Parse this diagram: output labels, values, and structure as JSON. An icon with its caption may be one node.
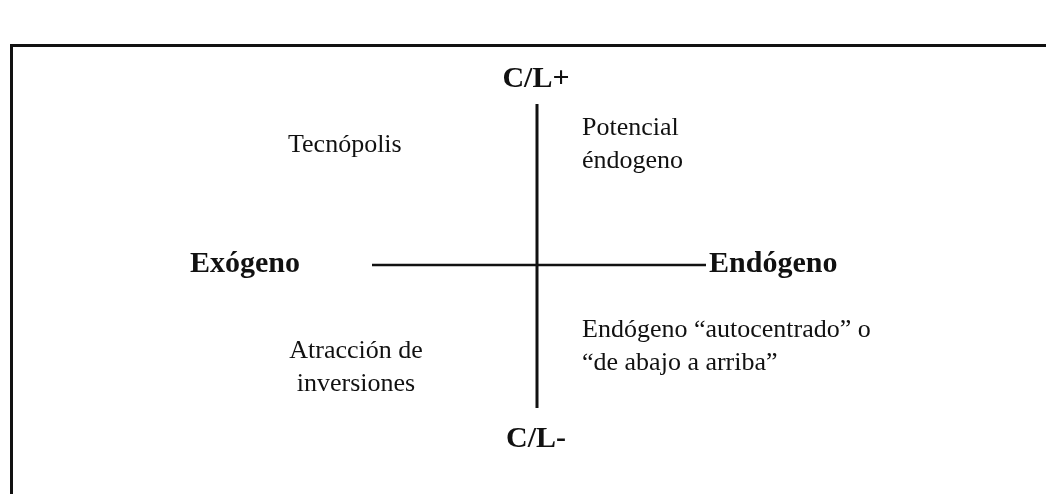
{
  "diagram": {
    "labels": [
      "C/L+",
      "Tecnópolis",
      "Potencial éndogeno",
      "Exógeno",
      "Endógeno",
      "Atracción de inversiones",
      "Endógeno “autocentrado” o “de abajo a arriba”",
      "C/L-"
    ]
  }
}
